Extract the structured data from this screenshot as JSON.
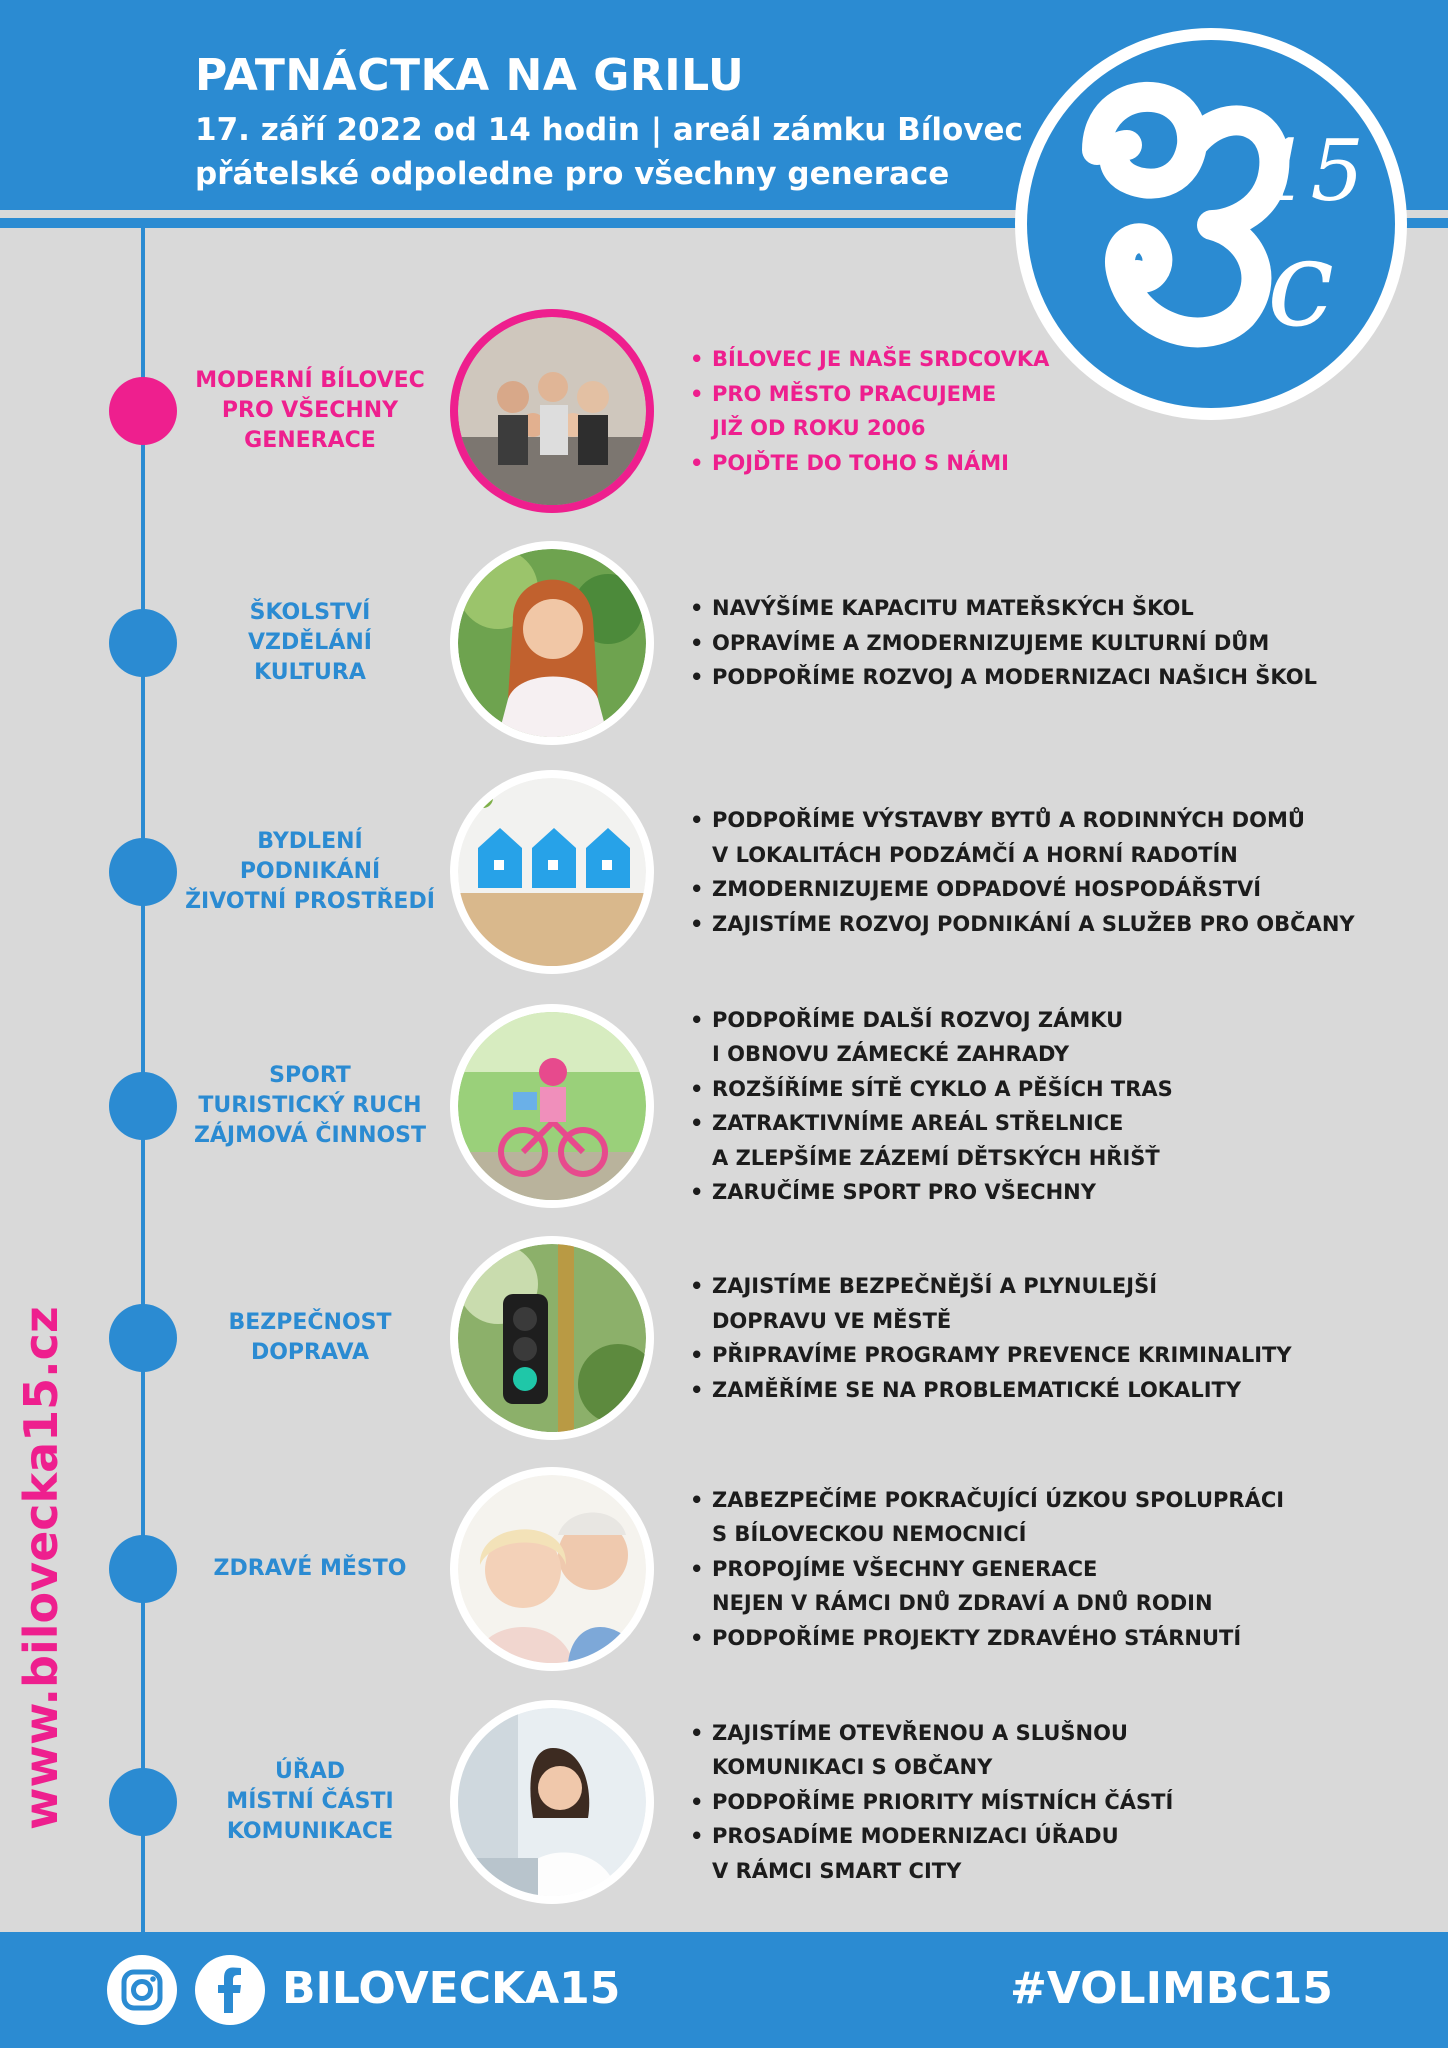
{
  "header": {
    "title": "PATNÁCTKA NA GRILU",
    "subtitle_line1": "17. září 2022 od 14 hodin | areál zámku Bílovec",
    "subtitle_line2": "přátelské odpoledne pro všechny generace"
  },
  "logo": {
    "letter": "B",
    "number": "15",
    "sub": "c"
  },
  "colors": {
    "blue": "#2b8bd2",
    "pink": "#ee1f8e",
    "background": "#d9d9d9"
  },
  "sections": [
    {
      "category": "MODERNÍ BÍLOVEC\nPRO VŠECHNY\nGENERACE",
      "photo": "family-photo",
      "bullets": [
        "BÍLOVEC JE NAŠE SRDCOVKA",
        "PRO MĚSTO PRACUJEME\nJIŽ OD ROKU 2006",
        "POJĎTE DO TOHO S NÁMI"
      ]
    },
    {
      "category": "ŠKOLSTVÍ\nVZDĚLÁNÍ\nKULTURA",
      "photo": "girl-photo",
      "bullets": [
        "NAVÝŠÍME KAPACITU MATEŘSKÝCH ŠKOL",
        "OPRAVÍME A ZMODERNIZUJEME KULTURNÍ DŮM",
        "PODPOŘÍME ROZVOJ A MODERNIZACI NAŠICH ŠKOL"
      ]
    },
    {
      "category": "BYDLENÍ\nPODNIKÁNÍ\nŽIVOTNÍ PROSTŘEDÍ",
      "photo": "houses-photo",
      "bullets": [
        "PODPOŘÍME VÝSTAVBY BYTŮ A RODINNÝCH DOMŮ\nV LOKALITÁCH PODZÁMČÍ A HORNÍ RADOTÍN",
        "ZMODERNIZUJEME ODPADOVÉ HOSPODÁŘSTVÍ",
        "ZAJISTÍME ROZVOJ PODNIKÁNÍ A SLUŽEB PRO OBČANY"
      ]
    },
    {
      "category": "SPORT\nTURISTICKÝ RUCH\nZÁJMOVÁ ČINNOST",
      "photo": "bicycle-photo",
      "bullets": [
        "PODPOŘÍME DALŠÍ ROZVOJ ZÁMKU\nI OBNOVU ZÁMECKÉ ZAHRADY",
        "ROZŠÍŘÍME SÍTĚ CYKLO A PĚŠÍCH TRAS",
        "ZATRAKTIVNÍME AREÁL STŘELNICE\nA ZLEPŠÍME ZÁZEMÍ DĚTSKÝCH HŘIŠŤ",
        "ZARUČÍME SPORT PRO VŠECHNY"
      ]
    },
    {
      "category": "BEZPEČNOST\nDOPRAVA",
      "photo": "traffic-light-photo",
      "bullets": [
        "ZAJISTÍME BEZPEČNĚJŠÍ A PLYNULEJŠÍ\nDOPRAVU VE MĚSTĚ",
        "PŘIPRAVÍME PROGRAMY PREVENCE KRIMINALITY",
        "ZAMĚŘÍME SE NA PROBLEMATICKÉ LOKALITY"
      ]
    },
    {
      "category": "ZDRAVÉ MĚSTO",
      "photo": "seniors-photo",
      "bullets": [
        "ZABEZPEČÍME POKRAČUJÍCÍ ÚZKOU SPOLUPRÁCI\nS BÍLOVECKOU NEMOCNICÍ",
        "PROPOJÍME VŠECHNY GENERACE\nNEJEN V RÁMCI DNŮ ZDRAVÍ A DNŮ RODIN",
        "PODPOŘÍME PROJEKTY ZDRAVÉHO STÁRNUTÍ"
      ]
    },
    {
      "category": "ÚŘAD\nMÍSTNÍ ČÁSTI\nKOMUNIKACE",
      "photo": "office-woman-photo",
      "bullets": [
        "ZAJISTÍME OTEVŘENOU A SLUŠNOU\nKOMUNIKACI S OBČANY",
        "PODPOŘÍME PRIORITY MÍSTNÍCH ČÁSTÍ",
        "PROSADÍME MODERNIZACI ÚŘADU\nV RÁMCI SMART CITY"
      ]
    }
  ],
  "website": "www.bilovecka15.cz",
  "footer": {
    "social_icons": [
      "instagram-icon",
      "facebook-icon"
    ],
    "handle": "BILOVECKA15",
    "hashtag": "#VOLIMBC15"
  }
}
